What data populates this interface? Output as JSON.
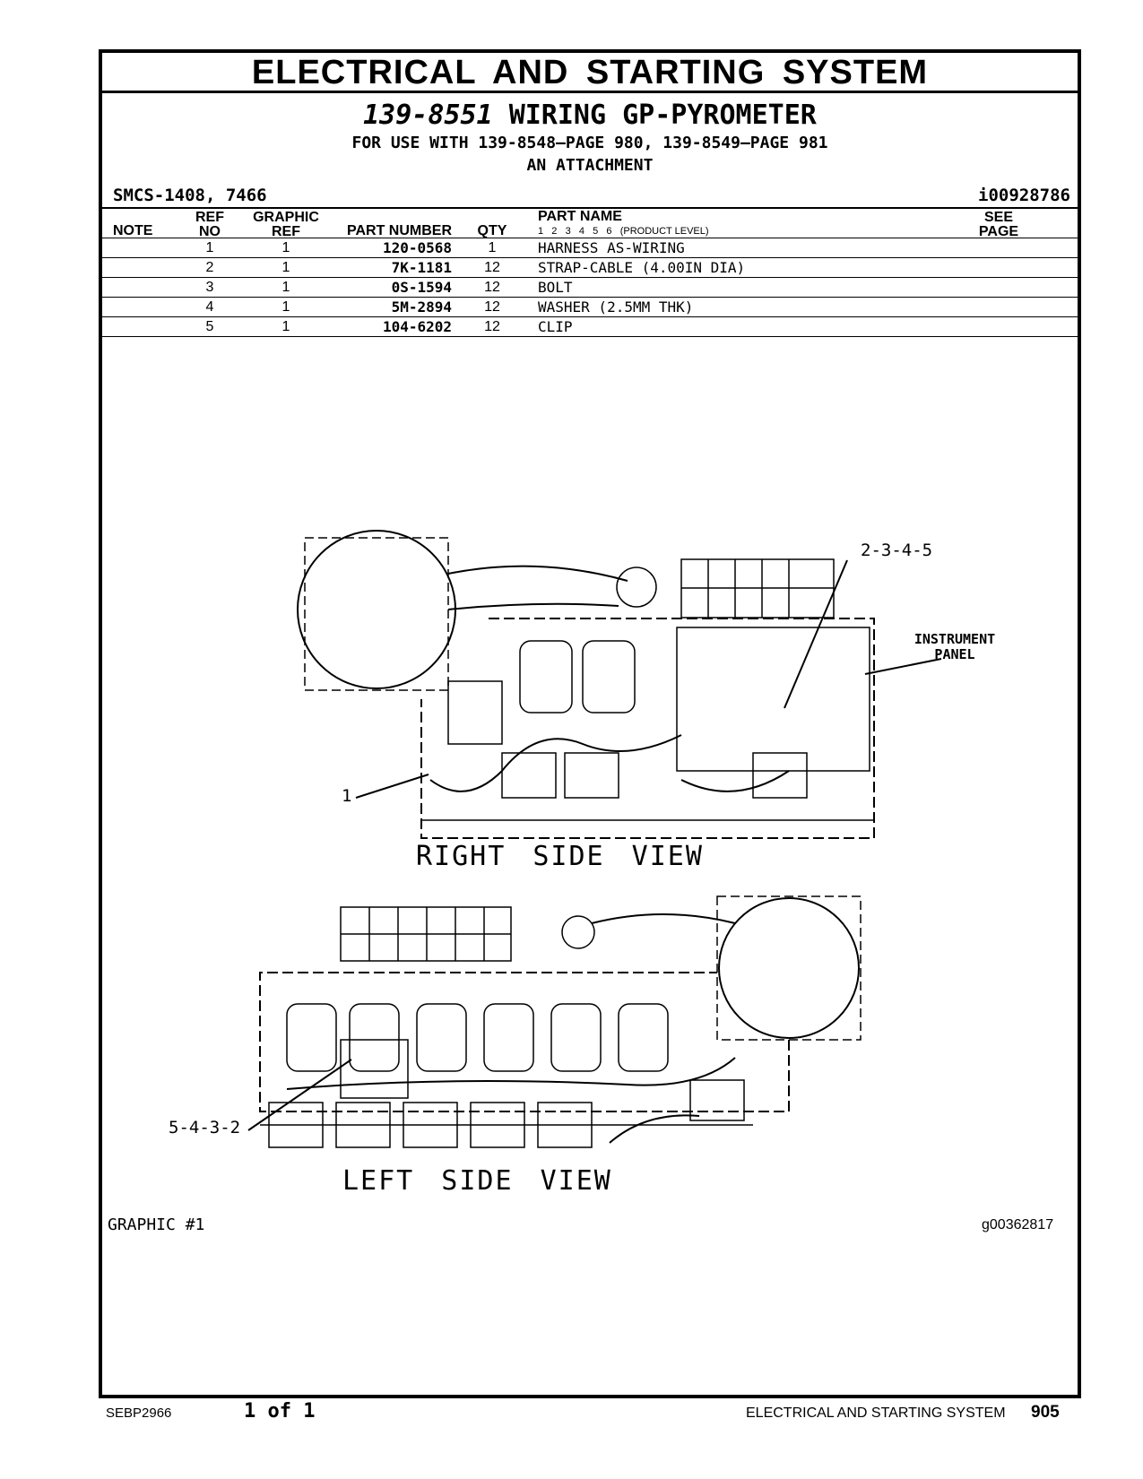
{
  "header": {
    "title": "ELECTRICAL AND STARTING SYSTEM",
    "group_number": "139-8551",
    "group_name": "WIRING GP-PYROMETER",
    "use_with": "FOR USE WITH 139-8548—PAGE 980, 139-8549—PAGE 981",
    "attachment": "AN ATTACHMENT",
    "smcs": "SMCS-1408, 7466",
    "ident": "i00928786"
  },
  "table": {
    "columns": {
      "note": "NOTE",
      "ref_no": [
        "REF",
        "NO"
      ],
      "graphic_ref": [
        "GRAPHIC",
        "REF"
      ],
      "part_number": "PART NUMBER",
      "qty": "QTY",
      "part_name": "PART NAME",
      "levels": "1   2   3   4   5   6   (PRODUCT LEVEL)",
      "see_page": [
        "SEE",
        "PAGE"
      ]
    },
    "rows": [
      {
        "ref": "1",
        "graphic": "1",
        "part_number": "120-0568",
        "qty": "1",
        "name": "HARNESS AS-WIRING"
      },
      {
        "ref": "2",
        "graphic": "1",
        "part_number": "7K-1181",
        "qty": "12",
        "name": "STRAP-CABLE (4.00IN DIA)"
      },
      {
        "ref": "3",
        "graphic": "1",
        "part_number": "0S-1594",
        "qty": "12",
        "name": "BOLT"
      },
      {
        "ref": "4",
        "graphic": "1",
        "part_number": "5M-2894",
        "qty": "12",
        "name": "WASHER (2.5MM THK)"
      },
      {
        "ref": "5",
        "graphic": "1",
        "part_number": "104-6202",
        "qty": "12",
        "name": "CLIP"
      }
    ]
  },
  "graphic": {
    "callout_right_top": "2-3-4-5",
    "callout_panel": [
      "INSTRUMENT",
      "PANEL"
    ],
    "callout_harness": "1",
    "right_view_label": "RIGHT SIDE VIEW",
    "callout_left": "5-4-3-2",
    "left_view_label": "LEFT SIDE VIEW",
    "graphic_label": "GRAPHIC #1",
    "graphic_id": "g00362817"
  },
  "footer": {
    "doc": "SEBP2966",
    "page_of": "1 of 1",
    "section": "ELECTRICAL AND STARTING SYSTEM",
    "page": "905"
  }
}
